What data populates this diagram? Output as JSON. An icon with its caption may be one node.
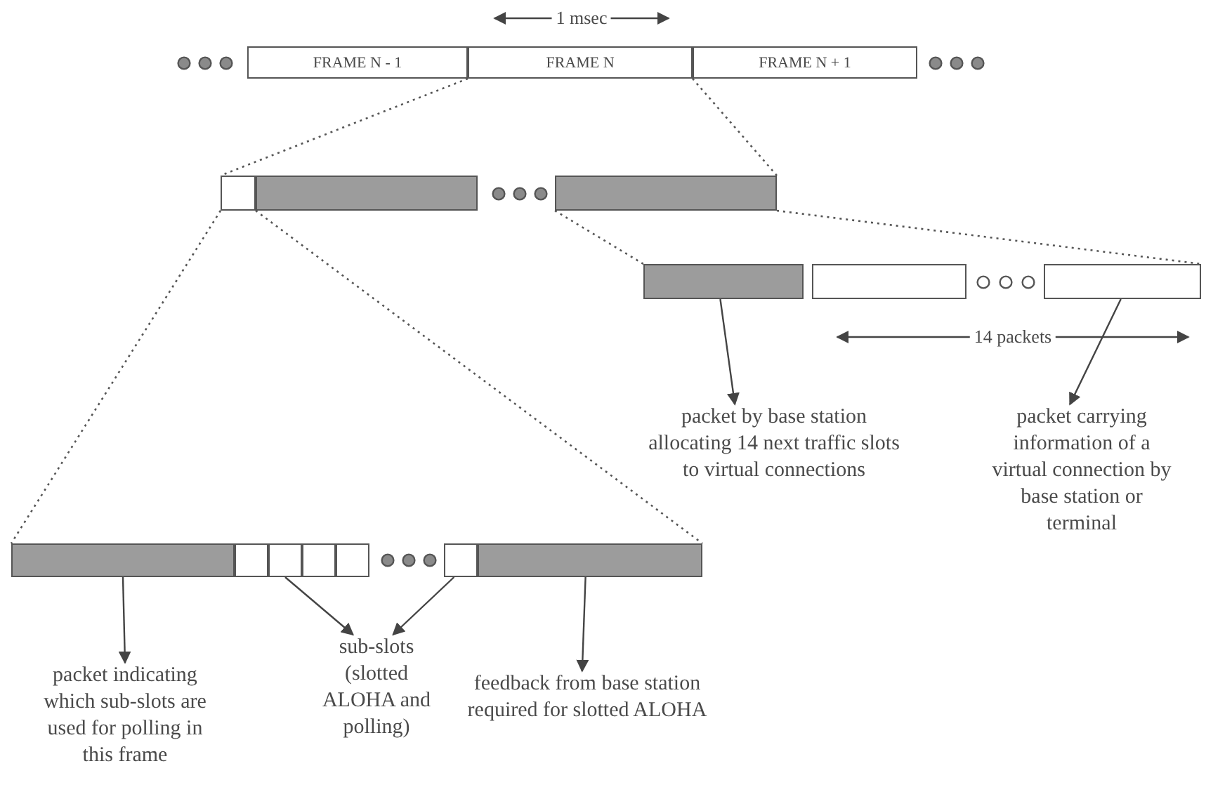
{
  "diagram": {
    "nodes": [
      {
        "text": [
          "FRAME N - 1"
        ]
      },
      {
        "text": [
          "FRAME N"
        ]
      },
      {
        "text": [
          "FRAME N + 1"
        ]
      },
      {
        "text": [],
        "shape": "box"
      },
      {
        "text": [],
        "shape": "box"
      },
      {
        "text": [],
        "shape": "box"
      },
      {
        "text": [],
        "shape": "box"
      },
      {
        "text": [],
        "shape": "box"
      },
      {
        "text": [],
        "shape": "box"
      },
      {
        "text": [],
        "shape": "box"
      },
      {
        "text": [],
        "shape": "box"
      },
      {
        "text": [],
        "shape": "box"
      },
      {
        "text": [],
        "shape": "box"
      },
      {
        "text": [],
        "shape": "box"
      },
      {
        "text": [],
        "shape": "box"
      },
      {
        "text": [],
        "shape": "box"
      },
      {
        "text": [
          "packet by base station allocating 14 next traffic slots to virtual connections"
        ]
      },
      {
        "text": [
          "packet carrying information of a virtual connection by base station or terminal"
        ]
      },
      {
        "text": [
          "packet indicating which sub-slots are used for polling in this frame"
        ]
      },
      {
        "text": [
          "sub-slots (slotted ALOHA and polling)"
        ]
      },
      {
        "text": [
          "feedback from base station required for slotted ALOHA"
        ]
      }
    ],
    "edges": [
      {
        "from": 1,
        "to": 3,
        "arrow": "none",
        "style": "dashed"
      },
      {
        "from": 1,
        "to": 5,
        "arrow": "none",
        "style": "dashed"
      },
      {
        "from": 5,
        "to": 6,
        "arrow": "none",
        "style": "dashed"
      },
      {
        "from": 5,
        "to": 8,
        "arrow": "none",
        "style": "dashed"
      },
      {
        "from": 3,
        "to": 9,
        "arrow": "none",
        "style": "dashed"
      },
      {
        "from": 3,
        "to": 15,
        "arrow": "none",
        "style": "dashed"
      },
      {
        "from": 6,
        "to": 16,
        "arrow": "to"
      },
      {
        "from": 8,
        "to": 17,
        "arrow": "to"
      },
      {
        "from": 9,
        "to": 18,
        "arrow": "to"
      },
      {
        "from": 11,
        "to": 19,
        "arrow": "to"
      },
      {
        "from": 14,
        "to": 19,
        "arrow": "to"
      },
      {
        "from": 15,
        "to": 20,
        "arrow": "to"
      }
    ],
    "labels": [
      "1 msec",
      "14 packets"
    ]
  }
}
